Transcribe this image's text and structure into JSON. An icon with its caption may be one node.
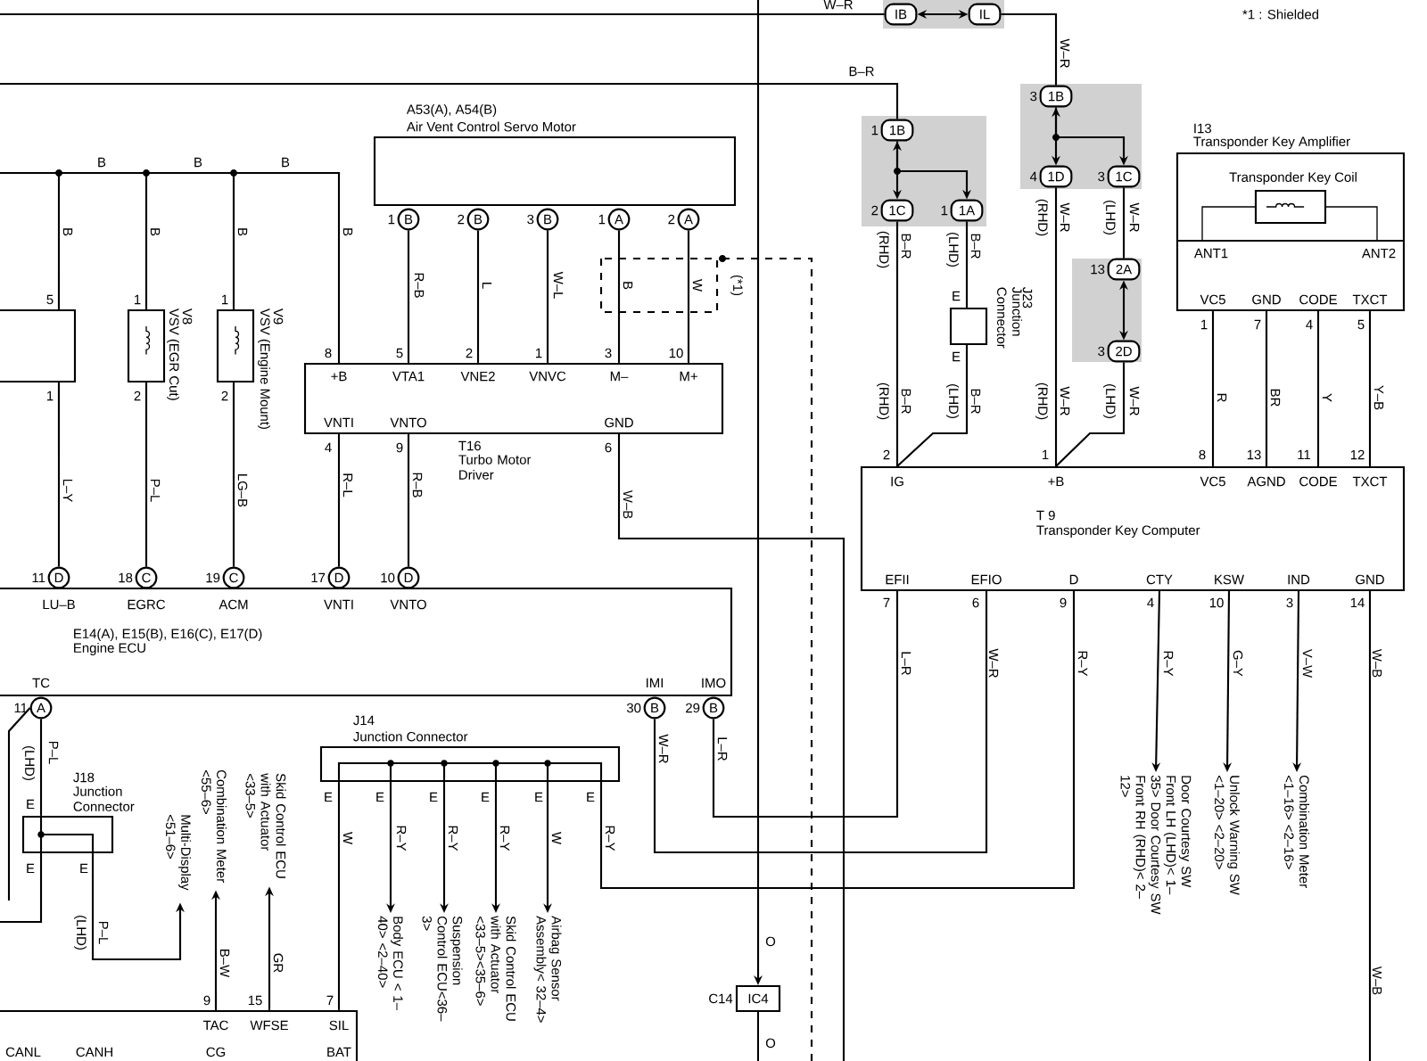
{
  "diagram": {
    "nodes": [
      {
        "text": [
          "A53(A), A54(B)",
          "Air Vent Control Servo Motor"
        ]
      },
      {
        "text": [
          "B"
        ],
        "beside": [
          "1"
        ]
      },
      {
        "text": [
          "B"
        ],
        "beside": [
          "2"
        ]
      },
      {
        "text": [
          "B"
        ],
        "beside": [
          "3"
        ]
      },
      {
        "text": [
          "A"
        ],
        "beside": [
          "1"
        ]
      },
      {
        "text": [
          "A"
        ],
        "beside": [
          "2"
        ]
      },
      {
        "text": [
          "+B",
          "VTA1",
          "VNE2",
          "VNVC",
          "M–",
          "M+",
          "VNTI",
          "VNTO",
          "GND",
          "T16",
          "Turbo Motor Driver"
        ]
      },
      {
        "text": [],
        "shape": "box"
      },
      {
        "text": [
          "V8",
          "VSV (EGR Cut)"
        ]
      },
      {
        "text": [
          "V9",
          "VSV (Engine Mount)"
        ]
      },
      {
        "text": [
          "LU–B",
          "EGRC",
          "ACM",
          "VNTI",
          "VNTO",
          "E14(A), E15(B), E16(C), E17(D)",
          "Engine ECU",
          "TC",
          "IMI",
          "IMO"
        ]
      },
      {
        "text": [
          "D"
        ],
        "beside": [
          "11"
        ]
      },
      {
        "text": [
          "C"
        ],
        "beside": [
          "18"
        ]
      },
      {
        "text": [
          "C"
        ],
        "beside": [
          "19"
        ]
      },
      {
        "text": [
          "D"
        ],
        "beside": [
          "17"
        ]
      },
      {
        "text": [
          "D"
        ],
        "beside": [
          "10"
        ]
      },
      {
        "text": [
          "A"
        ],
        "beside": [
          "11"
        ]
      },
      {
        "text": [
          "B"
        ],
        "beside": [
          "30"
        ]
      },
      {
        "text": [
          "B"
        ],
        "beside": [
          "29"
        ]
      },
      {
        "text": [
          "J18",
          "Junction Connector"
        ]
      },
      {
        "text": [
          "J14",
          "Junction Connector"
        ]
      },
      {
        "text": [
          "Multi-Display <51–6>"
        ]
      },
      {
        "text": [
          "Combination Meter <55–6>"
        ]
      },
      {
        "text": [
          "Skid Control ECU with Actuator <33–5>"
        ]
      },
      {
        "text": [
          "TAC",
          "WFSE",
          "SIL",
          "CANL",
          "CANH",
          "CG",
          "BAT"
        ]
      },
      {
        "text": [
          "Body ECU < 1–40> <2–40>"
        ]
      },
      {
        "text": [
          "Suspension Control ECU<36–3>"
        ]
      },
      {
        "text": [
          "Skid Control ECU with Actuator <33–5><35–6>"
        ]
      },
      {
        "text": [
          "Airbag Sensor Assembly< 32–4>"
        ]
      },
      {
        "text": [
          "IB"
        ]
      },
      {
        "text": [
          "IL"
        ]
      },
      {
        "text": [
          "1B"
        ],
        "beside": [
          "1"
        ]
      },
      {
        "text": [
          "1C"
        ],
        "beside": [
          "2"
        ]
      },
      {
        "text": [
          "1A"
        ],
        "beside": [
          "1"
        ]
      },
      {
        "text": [
          "J23",
          "Junction Connector"
        ]
      },
      {
        "text": [
          "1B"
        ],
        "beside": [
          "3"
        ]
      },
      {
        "text": [
          "1D"
        ],
        "beside": [
          "4"
        ]
      },
      {
        "text": [
          "1C"
        ],
        "beside": [
          "3"
        ]
      },
      {
        "text": [
          "2A"
        ],
        "beside": [
          "13"
        ]
      },
      {
        "text": [
          "2D"
        ],
        "beside": [
          "3"
        ]
      },
      {
        "text": [
          "I13",
          "Transponder Key Amplifier",
          "ANT1",
          "ANT2",
          "VC5",
          "GND",
          "CODE",
          "TXCT"
        ]
      },
      {
        "text": [
          "Transponder Key Coil"
        ],
        "in": 40
      },
      {
        "text": [
          "IG",
          "+B",
          "VC5",
          "AGND",
          "CODE",
          "TXCT",
          "T 9",
          "Transponder Key Computer",
          "EFII",
          "EFIO",
          "D",
          "CTY",
          "KSW",
          "IND",
          "GND"
        ]
      },
      {
        "text": [
          "Door Courtesy SW Front LH (LHD)< 1–35> Door Courtesy SW Front RH (RHD)< 2–12>"
        ]
      },
      {
        "text": [
          "Unlock Warning SW <1–20> <2–20>"
        ]
      },
      {
        "text": [
          "Combination Meter <1–16> <2–16>"
        ]
      },
      {
        "text": [
          "IC4"
        ],
        "beside": [
          "C14"
        ]
      }
    ],
    "edges": [
      {
        "from": 1,
        "to": 6,
        "arrow": "none",
        "label": "R–B"
      },
      {
        "from": 2,
        "to": 6,
        "arrow": "none",
        "label": "L"
      },
      {
        "from": 3,
        "to": 6,
        "arrow": "none",
        "label": "W–L"
      },
      {
        "from": 4,
        "to": 6,
        "arrow": "none",
        "label": "B"
      },
      {
        "from": 5,
        "to": 6,
        "arrow": "none",
        "label": "W"
      },
      {
        "from": null,
        "to": 7,
        "arrow": "none",
        "label": "B"
      },
      {
        "from": null,
        "to": 8,
        "arrow": "none",
        "label": "B"
      },
      {
        "from": null,
        "to": 9,
        "arrow": "none",
        "label": "B"
      },
      {
        "from": null,
        "to": 6,
        "arrow": "none",
        "label": "B"
      },
      {
        "from": 7,
        "to": 11,
        "arrow": "none",
        "label": "L–Y"
      },
      {
        "from": 8,
        "to": 12,
        "arrow": "none",
        "label": "P–L"
      },
      {
        "from": 9,
        "to": 13,
        "arrow": "none",
        "label": "LG–B"
      },
      {
        "from": 6,
        "to": 14,
        "arrow": "none",
        "label": "R–L"
      },
      {
        "from": 6,
        "to": 15,
        "arrow": "none",
        "label": "R–B"
      },
      {
        "from": 6,
        "to": null,
        "arrow": "none",
        "label": "W–B"
      },
      {
        "from": 16,
        "to": 19,
        "arrow": "none",
        "label": "P–L"
      },
      {
        "from": 16,
        "to": null,
        "arrow": "none"
      },
      {
        "from": 19,
        "to": null,
        "arrow": "none"
      },
      {
        "from": 19,
        "to": 21,
        "arrow": "to",
        "label": "P–L"
      },
      {
        "from": 24,
        "to": 22,
        "arrow": "to",
        "label": "B–W"
      },
      {
        "from": 24,
        "to": 23,
        "arrow": "to",
        "label": "GR"
      },
      {
        "from": 20,
        "to": 24,
        "arrow": "none",
        "label": "W"
      },
      {
        "from": 20,
        "to": 25,
        "arrow": "to",
        "label": "R–Y"
      },
      {
        "from": 20,
        "to": 26,
        "arrow": "to",
        "label": "R–Y"
      },
      {
        "from": 20,
        "to": 27,
        "arrow": "to",
        "label": "R–Y"
      },
      {
        "from": 20,
        "to": 28,
        "arrow": "to",
        "label": "W"
      },
      {
        "from": 20,
        "to": 42,
        "arrow": "none",
        "label": "R–Y"
      },
      {
        "from": 17,
        "to": 42,
        "arrow": "none",
        "label": "W–R"
      },
      {
        "from": 18,
        "to": 42,
        "arrow": "none",
        "label": "L–R"
      },
      {
        "from": null,
        "to": 29,
        "arrow": "none",
        "label": "W–R"
      },
      {
        "from": 29,
        "to": 30,
        "arrow": "both"
      },
      {
        "from": 30,
        "to": 35,
        "arrow": "none",
        "label": "W–R"
      },
      {
        "from": null,
        "to": 31,
        "arrow": "none",
        "label": "B–R"
      },
      {
        "from": 31,
        "to": 32,
        "arrow": "both"
      },
      {
        "from": 31,
        "to": 33,
        "arrow": "to"
      },
      {
        "from": 32,
        "to": 42,
        "arrow": "none",
        "label": "B–R"
      },
      {
        "from": 33,
        "to": 34,
        "arrow": "none",
        "label": "B–R"
      },
      {
        "from": 34,
        "to": 42,
        "arrow": "none",
        "label": "B–R"
      },
      {
        "from": 35,
        "to": 36,
        "arrow": "both"
      },
      {
        "from": 35,
        "to": 37,
        "arrow": "to"
      },
      {
        "from": 36,
        "to": 42,
        "arrow": "none",
        "label": "W–R"
      },
      {
        "from": 37,
        "to": 38,
        "arrow": "none",
        "label": "W–R"
      },
      {
        "from": 38,
        "to": 39,
        "arrow": "both"
      },
      {
        "from": 39,
        "to": 42,
        "arrow": "none",
        "label": "W–R"
      },
      {
        "from": 40,
        "to": 42,
        "arrow": "none",
        "label": "R"
      },
      {
        "from": 40,
        "to": 42,
        "arrow": "none",
        "label": "BR"
      },
      {
        "from": 40,
        "to": 42,
        "arrow": "none",
        "label": "Y"
      },
      {
        "from": 40,
        "to": 42,
        "arrow": "none",
        "label": "Y–B"
      },
      {
        "from": 42,
        "to": 43,
        "arrow": "to",
        "label": "R–Y"
      },
      {
        "from": 42,
        "to": 44,
        "arrow": "to",
        "label": "G–Y"
      },
      {
        "from": 42,
        "to": 45,
        "arrow": "to",
        "label": "V–W"
      },
      {
        "from": 42,
        "to": null,
        "arrow": "none",
        "label": "W–B"
      },
      {
        "from": null,
        "to": 46,
        "arrow": "to",
        "label": "O"
      },
      {
        "from": 46,
        "to": null,
        "arrow": "none",
        "label": "O"
      }
    ],
    "labels": [
      "8",
      "5",
      "2",
      "1",
      "3",
      "10",
      "4",
      "9",
      "6",
      "B",
      "B",
      "B",
      "5",
      "1",
      "1",
      "2",
      "1",
      "2",
      "(*1)",
      "*1 : Shielded",
      "2",
      "1",
      "8",
      "13",
      "11",
      "12",
      "7",
      "6",
      "9",
      "4",
      "10",
      "3",
      "14",
      "1",
      "7",
      "4",
      "5",
      "(RHD)",
      "(LHD)",
      "(RHD)",
      "B–R",
      "(LHD)",
      "(RHD)",
      "(LHD)",
      "(RHD)",
      "W–R",
      "(LHD)",
      "E",
      "E",
      "(LHD)",
      "E",
      "E",
      "E",
      "(LHD)",
      "E",
      "E",
      "E",
      "E",
      "E",
      "E",
      "9",
      "15",
      "7",
      "L–R",
      "W–R",
      "R–Y",
      "W–B"
    ]
  }
}
